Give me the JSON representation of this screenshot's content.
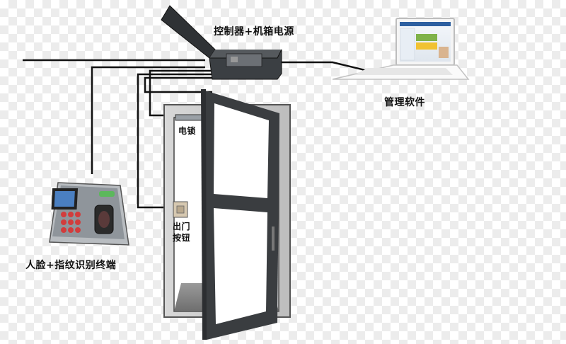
{
  "labels": {
    "controller": "控制器+机箱电源",
    "software": "管理软件",
    "electric_lock": "电锁",
    "exit_button_line1": "出门",
    "exit_button_line2": "按钮",
    "terminal": "人脸+指纹识别终端"
  },
  "colors": {
    "wire": "#111111",
    "frame": "#c9c9c9",
    "door": "#3a3d40",
    "floor": "#8a8a8a"
  },
  "icons": {
    "controller": "controller-box-icon",
    "laptop": "laptop-icon",
    "terminal": "face-fingerprint-terminal-icon",
    "exit_button": "exit-button-icon",
    "lock": "electric-lock-icon"
  }
}
